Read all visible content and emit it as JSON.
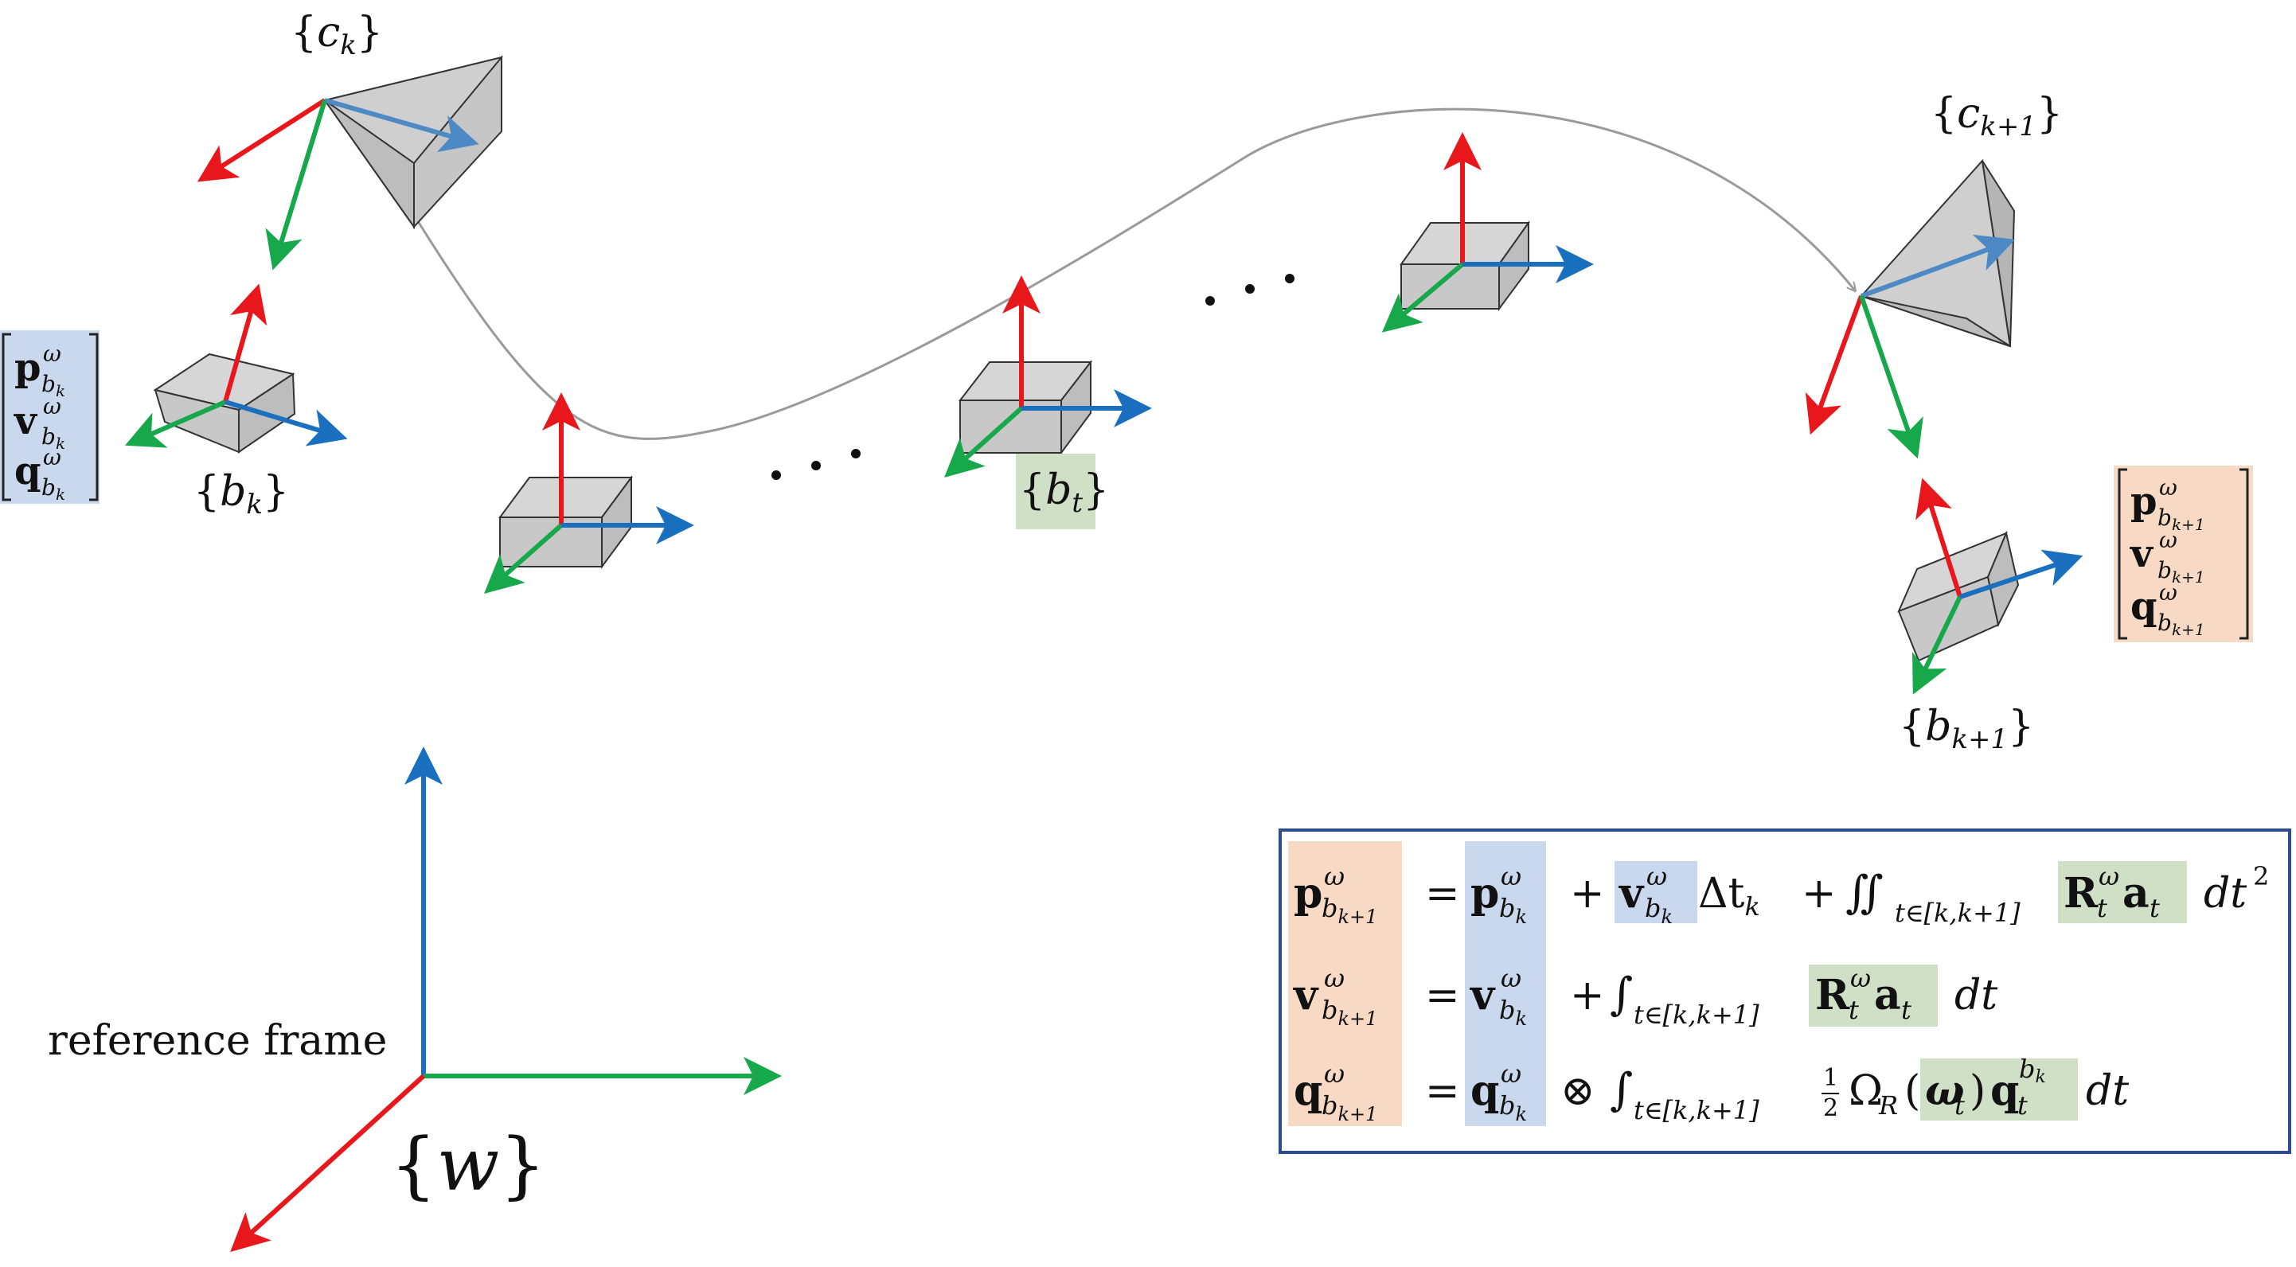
{
  "labels": {
    "ref_frame": "reference frame",
    "world_lb": "{",
    "world_sym": "w",
    "world_rb": "}",
    "ck_base": "c",
    "ck_sub": "k",
    "ck1_sub": "k+1",
    "bk_base": "b",
    "bk_sub": "k",
    "bt_sub": "t",
    "bk1_sub": "k+1",
    "lb": "{",
    "rb": "}",
    "dots": "· · ·"
  },
  "state": {
    "p": "p",
    "v": "v",
    "q": "q",
    "omega": "ω",
    "sub_k": "b",
    "sub_k_small": "k",
    "sub_k1_small": "k+1"
  },
  "equations": {
    "eq_p": {
      "lhs_base": "p",
      "lhs_sup": "ω",
      "lhs_sub": "b",
      "lhs_subsub": "k+1",
      "eq": "=",
      "t1_base": "p",
      "t1_sup": "ω",
      "t1_sub": "b",
      "t1_subsub": "k",
      "plus1": "+",
      "t2_base": "v",
      "t2_sup": "ω",
      "t2_sub": "b",
      "t2_subsub": "k",
      "dt": "Δt",
      "dt_sub": "k",
      "plus2": "+",
      "integral": "∬",
      "int_sub": "t∈[k,k+1]",
      "R": "R",
      "R_sup": "ω",
      "R_sub": "t",
      "a": "a",
      "a_sub": "t",
      "diff": "dt",
      "diff_sup": "2"
    },
    "eq_v": {
      "lhs_base": "v",
      "lhs_sup": "ω",
      "lhs_sub": "b",
      "lhs_subsub": "k+1",
      "eq": "=",
      "t1_base": "v",
      "t1_sup": "ω",
      "t1_sub": "b",
      "t1_subsub": "k",
      "plus1": "+",
      "integral": "∫",
      "int_sub": "t∈[k,k+1]",
      "R": "R",
      "R_sup": "ω",
      "R_sub": "t",
      "a": "a",
      "a_sub": "t",
      "diff": "dt"
    },
    "eq_q": {
      "lhs_base": "q",
      "lhs_sup": "ω",
      "lhs_sub": "b",
      "lhs_subsub": "k+1",
      "eq": "=",
      "t1_base": "q",
      "t1_sup": "ω",
      "t1_sub": "b",
      "t1_subsub": "k",
      "otimes": "⊗",
      "integral": "∫",
      "int_sub": "t∈[k,k+1]",
      "half_num": "1",
      "half_den": "2",
      "Omega": "Ω",
      "Omega_sub": "R",
      "lp": "(",
      "w": "ω",
      "w_sub": "t",
      "rp": ")",
      "qt": "q",
      "qt_sub": "t",
      "qt_sup": "b",
      "qt_supsub": "k",
      "diff": "dt"
    }
  },
  "colors": {
    "x_axis": "#e8171b",
    "y_axis": "#16a84a",
    "z_axis": "#1a6fbf",
    "cam_axis": "#4d89c4",
    "box_fill": "#d0d0d0",
    "box_edge": "#333333",
    "curve": "#9a9a9a",
    "orange_hl": "#f8d9c4",
    "blue_hl": "#c9d8ed",
    "green_hl": "#cfe0c6",
    "eq_border": "#2b4e92"
  }
}
